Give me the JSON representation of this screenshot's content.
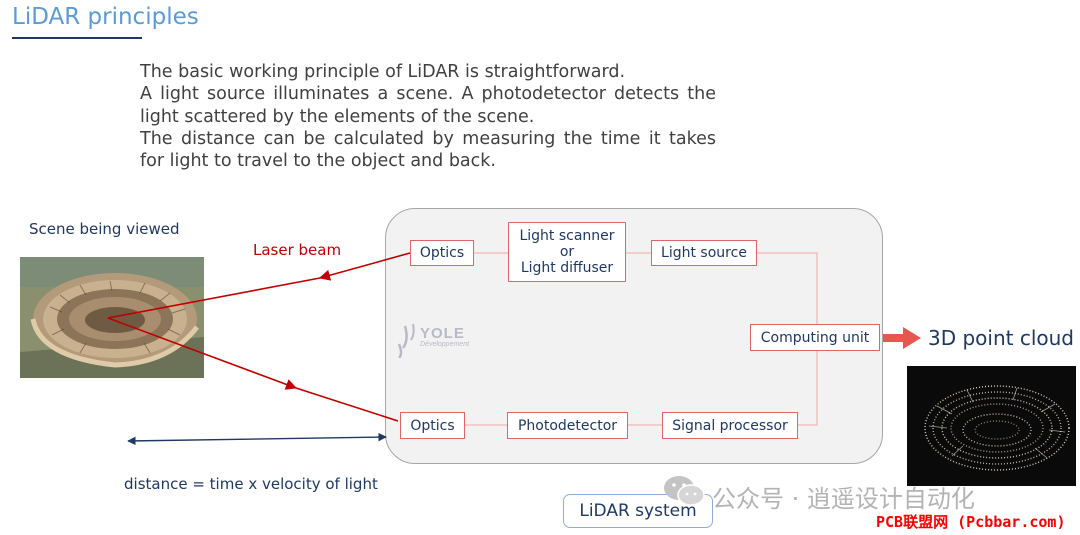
{
  "title": "LiDAR principles",
  "intro": [
    "The basic working principle of LiDAR is straightforward.",
    "A light source illuminates a scene. A photodetector detects the light scattered by the elements of the scene.",
    "The distance can be calculated by measuring the time it takes for light to travel to the object and back."
  ],
  "scene_label": "Scene being viewed",
  "laser_label": "Laser beam",
  "nodes": {
    "optics_top": "Optics",
    "scanner_line1": "Light scanner",
    "scanner_line2": "or",
    "scanner_line3": "Light diffuser",
    "light_source": "Light source",
    "computing_unit": "Computing unit",
    "optics_bottom": "Optics",
    "photodetector": "Photodetector",
    "signal_processor": "Signal processor"
  },
  "watermark_brand": "YOLE",
  "watermark_sub": "Développement",
  "output_label": "3D point cloud",
  "distance_label": "distance = time x velocity of light",
  "system_label": "LiDAR system",
  "wechat_text": "公众号 · 逍遥设计自动化",
  "source_text": "PCB联盟网 (Pcbbar.com)",
  "colors": {
    "title": "#5b9bd5",
    "navy": "#1f3864",
    "laser": "#c00000",
    "node_border": "#e06666",
    "arrow_out": "#e8574f"
  },
  "icons": {
    "output_arrow": "arrow-right-icon",
    "distance_arrow": "double-arrow-icon",
    "wechat": "wechat-icon"
  }
}
